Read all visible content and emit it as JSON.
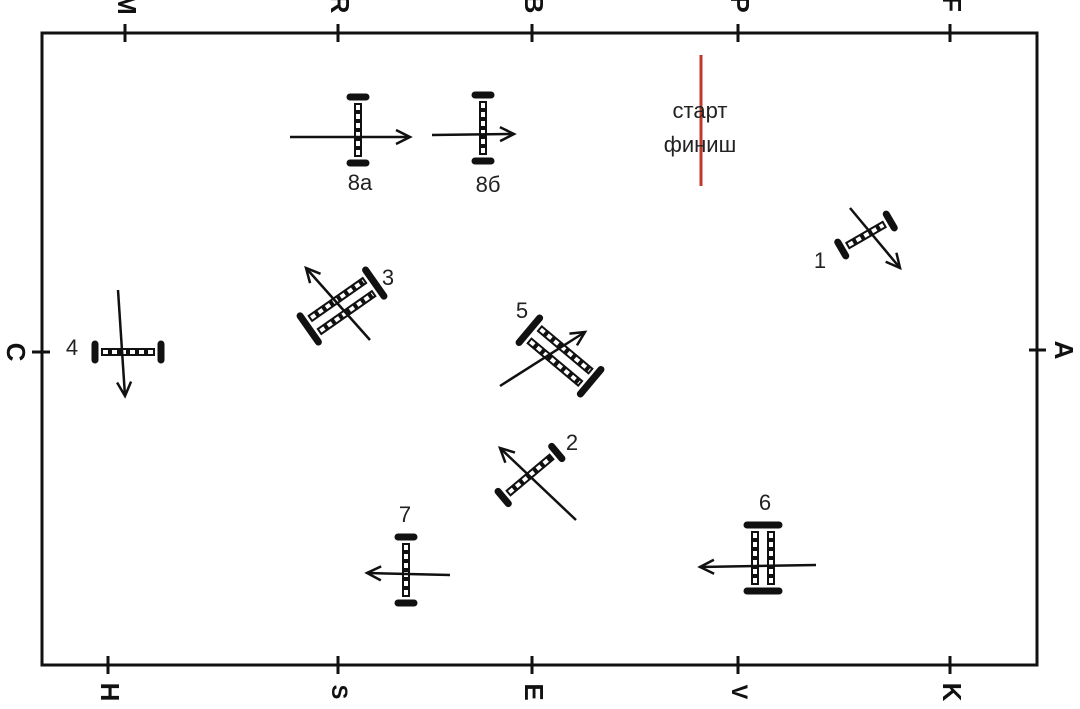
{
  "arena_letters": {
    "top": [
      "M",
      "R",
      "B",
      "P",
      "F"
    ],
    "bottom": [
      "H",
      "S",
      "E",
      "V",
      "K"
    ],
    "left": "C",
    "right": "A"
  },
  "start_finish": {
    "line1": "старт",
    "line2": "финиш",
    "line_color": "#c0392b"
  },
  "obstacles": [
    {
      "label": "1",
      "type": "vertical"
    },
    {
      "label": "2",
      "type": "vertical"
    },
    {
      "label": "3",
      "type": "oxer"
    },
    {
      "label": "4",
      "type": "vertical"
    },
    {
      "label": "5",
      "type": "oxer"
    },
    {
      "label": "6",
      "type": "oxer"
    },
    {
      "label": "7",
      "type": "vertical"
    },
    {
      "label": "8а",
      "type": "vertical"
    },
    {
      "label": "8б",
      "type": "vertical"
    }
  ]
}
